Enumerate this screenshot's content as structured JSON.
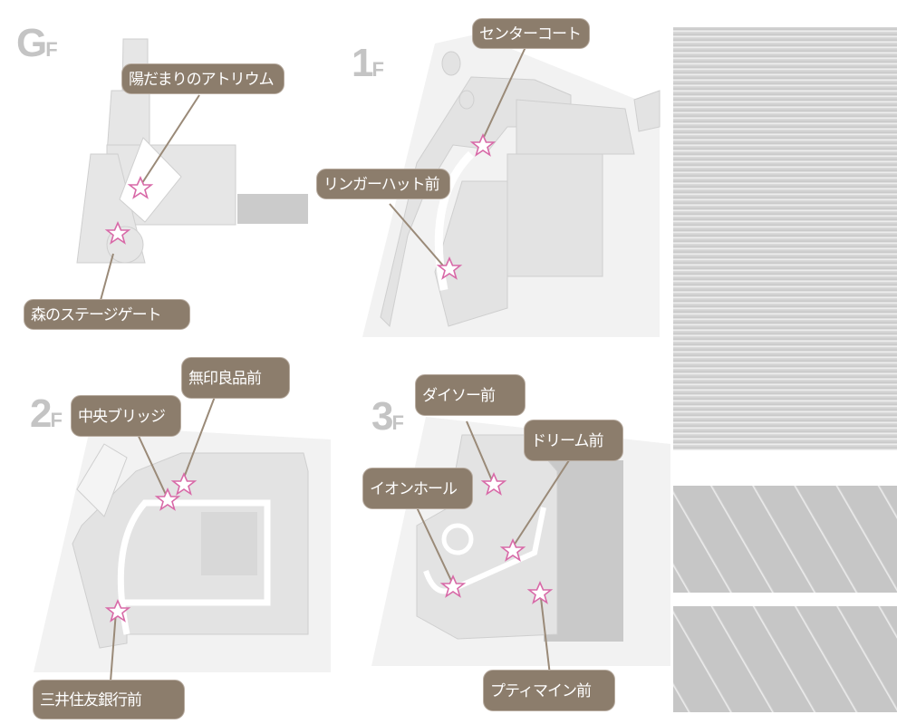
{
  "floors": [
    {
      "id": "GF",
      "heading": {
        "number": "G",
        "suffix": "F"
      },
      "spots": [
        {
          "label": "陽だまりのアトリウム"
        },
        {
          "label": "森のステージゲート"
        }
      ]
    },
    {
      "id": "1F",
      "heading": {
        "number": "1",
        "suffix": "F"
      },
      "spots": [
        {
          "label": "センターコート"
        },
        {
          "label": "リンガーハット前"
        }
      ]
    },
    {
      "id": "2F",
      "heading": {
        "number": "2",
        "suffix": "F"
      },
      "spots": [
        {
          "label": "中央ブリッジ"
        },
        {
          "label": "無印良品前"
        },
        {
          "label": "三井住友銀行前"
        }
      ]
    },
    {
      "id": "3F",
      "heading": {
        "number": "3",
        "suffix": "F"
      },
      "spots": [
        {
          "label": "ダイソー前"
        },
        {
          "label": "ドリーム前"
        },
        {
          "label": "イオンホール"
        },
        {
          "label": "プティマイン前"
        }
      ]
    }
  ],
  "colors": {
    "label_bg": "#8c7d6c",
    "label_text": "#ffffff",
    "star_marker": "#d86aa8",
    "floor_heading": "#c4c4c4",
    "map_fill": "#e6e6e6",
    "map_bg": "#f2f2f2"
  },
  "icons": {
    "spot_marker": "star-icon"
  },
  "photos": [
    {
      "name": "photo-1"
    },
    {
      "name": "photo-2"
    },
    {
      "name": "photo-3"
    }
  ]
}
